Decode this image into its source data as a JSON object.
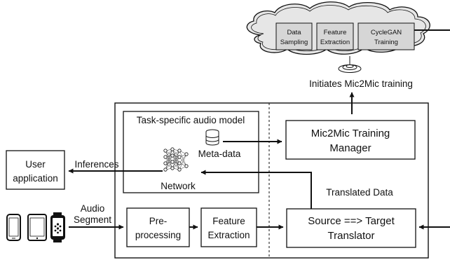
{
  "cloud": {
    "steps": [
      {
        "lines": [
          "Data",
          "Sampling"
        ]
      },
      {
        "lines": [
          "Feature",
          "Extraction"
        ]
      },
      {
        "lines": [
          "CycleGAN",
          "Training"
        ]
      }
    ]
  },
  "initiates_label": "Initiates Mic2Mic training",
  "task_model": {
    "title": "Task-specific audio model",
    "metadata_label": "Meta-data",
    "network_label": "Network"
  },
  "training_manager": {
    "lines": [
      "Mic2Mic Training",
      "Manager"
    ]
  },
  "user_app": {
    "lines": [
      "User",
      "application"
    ]
  },
  "inferences_label": "Inferences",
  "translated_data_label": "Translated Data",
  "audio_segment": {
    "lines": [
      "Audio",
      "Segment"
    ]
  },
  "preprocessing": {
    "lines": [
      "Pre-",
      "processing"
    ]
  },
  "feature_extraction": {
    "lines": [
      "Feature",
      "Extraction"
    ]
  },
  "translator": {
    "lines": [
      "Source ==> Target",
      "Translator"
    ]
  },
  "devices": {
    "icons": [
      "phone-icon",
      "tablet-icon",
      "smartwatch-icon"
    ]
  },
  "colors": {
    "cloud_fill": "#e6e6e6",
    "step_fill": "#d6d6d6",
    "stroke": "#111111"
  }
}
